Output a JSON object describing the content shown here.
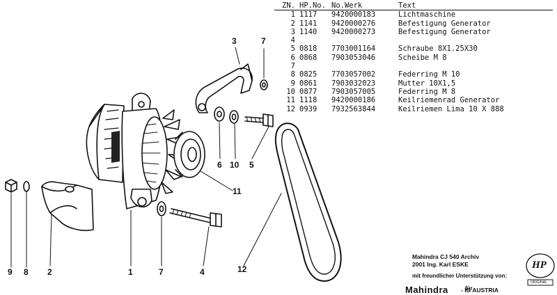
{
  "table": {
    "headers": {
      "zn": "ZN.",
      "hp": "HP.No.",
      "werk": "No.Werk",
      "text": "Text"
    },
    "rows": [
      {
        "zn": "1",
        "hp": "1117",
        "werk": "9420000183",
        "text": "Lichtmaschine"
      },
      {
        "zn": "2",
        "hp": "1141",
        "werk": "9420000276",
        "text": "Befestigung Generator"
      },
      {
        "zn": "3",
        "hp": "1140",
        "werk": "9420000273",
        "text": "Befestigung Generator"
      },
      {
        "zn": "4",
        "hp": "",
        "werk": "",
        "text": ""
      },
      {
        "zn": "5",
        "hp": "0818",
        "werk": "7703001164",
        "text": "Schraube 8X1.25X30"
      },
      {
        "zn": "6",
        "hp": "0868",
        "werk": "7903053046",
        "text": "Scheibe M 8"
      },
      {
        "zn": "7",
        "hp": "",
        "werk": "",
        "text": ""
      },
      {
        "zn": "8",
        "hp": "0825",
        "werk": "7703057002",
        "text": "Federring M 10"
      },
      {
        "zn": "9",
        "hp": "0861",
        "werk": "7903032023",
        "text": "Mutter 10X1,5"
      },
      {
        "zn": "10",
        "hp": "0877",
        "werk": "7903057005",
        "text": "Federring M 8"
      },
      {
        "zn": "11",
        "hp": "1118",
        "werk": "9420000186",
        "text": "Keilriemenrad Generator"
      },
      {
        "zn": "12",
        "hp": "0939",
        "werk": "7932563844",
        "text": "Keilriemen Lima 10 X 888"
      }
    ]
  },
  "callouts": {
    "c3": "3",
    "c7a": "7",
    "c6": "6",
    "c10": "10",
    "c5": "5",
    "c11": "11",
    "c9": "9",
    "c8": "8",
    "c2": "2",
    "c1": "1",
    "c7b": "7",
    "c4": "4",
    "c12": "12"
  },
  "footer": {
    "line1": "Mahindra CJ 540 Archiv",
    "line2": "2001 Ing. Karl ESKE",
    "line3": "mit freundlicher Unterstützung von:",
    "line4": "für",
    "brand": "Mahindra",
    "brand_suffix": "- IG AUSTRIA"
  },
  "logo": {
    "text": "HP",
    "caption": "ORIGINAL"
  }
}
